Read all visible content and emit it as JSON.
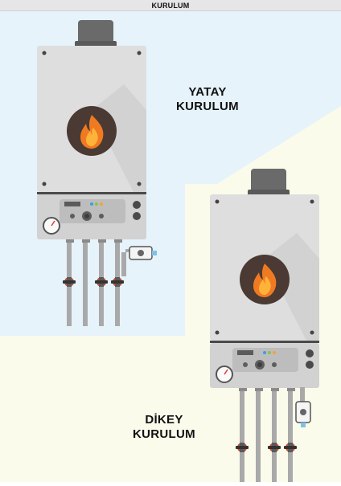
{
  "header": {
    "title": "KURULUM"
  },
  "labels": {
    "horizontal": {
      "line1": "YATAY",
      "line2": "KURULUM"
    },
    "vertical": {
      "line1": "DİKEY",
      "line2": "KURULUM"
    }
  },
  "colors": {
    "sky_blue": "#e6f3fa",
    "cream": "#fbfbec",
    "boiler_body": "#dedede",
    "boiler_shadow": "#c5c5c5",
    "flame_circle": "#4a3a33",
    "flame_outer": "#f07a22",
    "flame_inner": "#ffb23a",
    "valve_red": "#c8502f",
    "pipe_gray": "#a9a9a9"
  },
  "icons": [
    "flame-icon",
    "pressure-gauge-icon",
    "valve-icon",
    "pump-icon"
  ]
}
